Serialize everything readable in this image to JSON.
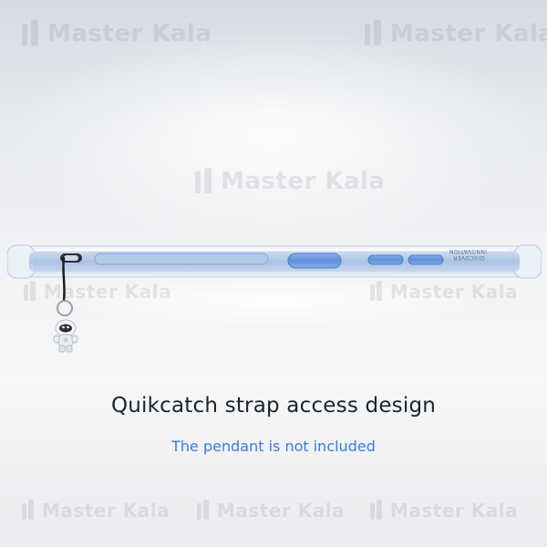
{
  "image": {
    "watermark_text": "Master Kala"
  },
  "caption": {
    "title": "Quikcatch strap access design",
    "subtitle": "The pendant is not included"
  },
  "phone": {
    "engraving_line1": "DISCOVER",
    "engraving_line2": "INNOVATION"
  },
  "colors": {
    "subtitle": "#3d7be0",
    "title": "#1f2226",
    "phone_body": "#a9c0e4",
    "case_clear": "#e8eef7"
  }
}
